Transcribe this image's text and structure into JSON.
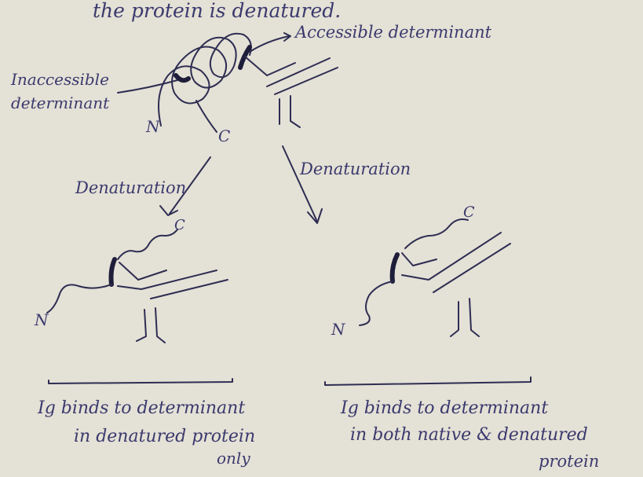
{
  "header_fragment": "the protein is denatured.",
  "labels": {
    "accessible": "Accessible determinant",
    "inaccessible_line1": "Inaccessible",
    "inaccessible_line2": "determinant",
    "n": "N",
    "c": "C",
    "denaturation_left": "Denaturation",
    "denaturation_right": "Denaturation"
  },
  "captions": {
    "left_line1": "Ig binds to determinant",
    "left_line2": "in denatured protein",
    "left_line3": "only",
    "right_line1": "Ig binds to determinant",
    "right_line2": "in both native & denatured",
    "right_line3": "protein"
  },
  "colors": {
    "paper": "#e4e1d6",
    "ink": "#2e2d52",
    "text_ink": "#3b3a6e"
  }
}
